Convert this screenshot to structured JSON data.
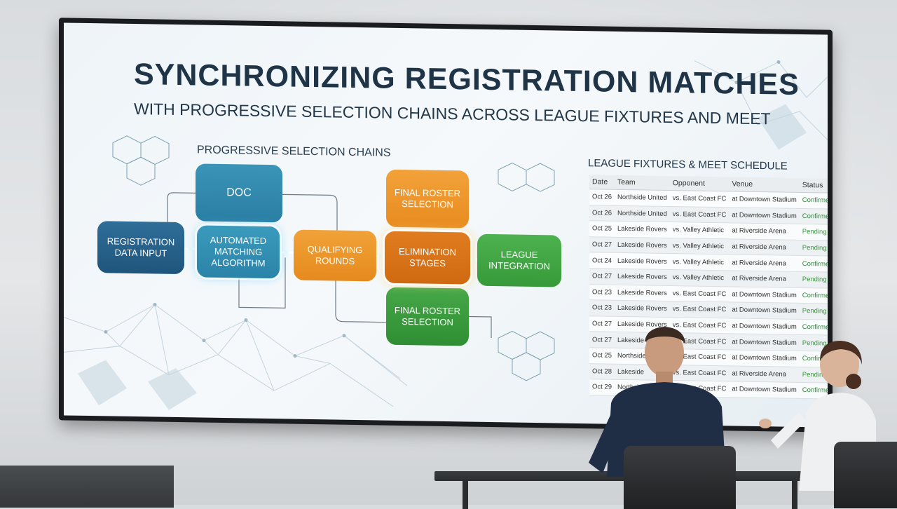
{
  "slide": {
    "title": "SYNCHRONIZING REGISTRATION MATCHES",
    "subtitle": "WITH PROGRESSIVE SELECTION CHAINS ACROSS LEAGUE FIXTURES AND MEET"
  },
  "flow": {
    "heading": "PROGRESSIVE SELECTION CHAINS",
    "nodes": {
      "registration": "REGISTRATION DATA INPUT",
      "doc": "DOC",
      "automated": "AUTOMATED MATCHING ALGORITHM",
      "qualifying": "QUALIFYING ROUNDS",
      "final_top": "FINAL ROSTER SELECTION",
      "elimination": "ELIMINATION STAGES",
      "league": "LEAGUE INTEGRATION",
      "final_bottom": "FINAL ROSTER SELECTION"
    }
  },
  "schedule": {
    "heading": "LEAGUE FIXTURES & MEET SCHEDULE",
    "columns": [
      "Date",
      "Team",
      "Opponent",
      "Venue",
      "Status"
    ],
    "rows": [
      {
        "date": "Oct 26",
        "team": "Northside United",
        "opponent": "vs. East Coast FC",
        "venue": "at Downtown Stadium",
        "status": "Confirmed"
      },
      {
        "date": "Oct 26",
        "team": "Northside United",
        "opponent": "vs. East Coast FC",
        "venue": "at Downtown Stadium",
        "status": "Confirmed"
      },
      {
        "date": "Oct 25",
        "team": "Lakeside Rovers",
        "opponent": "vs. Valley Athletic",
        "venue": "at Riverside Arena",
        "status": "Pending"
      },
      {
        "date": "Oct 27",
        "team": "Lakeside Rovers",
        "opponent": "vs. Valley Athletic",
        "venue": "at Riverside Arena",
        "status": "Pending"
      },
      {
        "date": "Oct 24",
        "team": "Lakeside Rovers",
        "opponent": "vs. Valley Athletic",
        "venue": "at Riverside Arena",
        "status": "Confirmed"
      },
      {
        "date": "Oct 27",
        "team": "Lakeside Rovers",
        "opponent": "vs. Valley Athletic",
        "venue": "at Riverside Arena",
        "status": "Pending"
      },
      {
        "date": "Oct 23",
        "team": "Lakeside Rovers",
        "opponent": "vs. East Coast FC",
        "venue": "at Downtown Stadium",
        "status": "Confirmed"
      },
      {
        "date": "Oct 23",
        "team": "Lakeside Rovers",
        "opponent": "vs. East Coast FC",
        "venue": "at Downtown Stadium",
        "status": "Pending"
      },
      {
        "date": "Oct 27",
        "team": "Lakeside Rovers",
        "opponent": "vs. East Coast FC",
        "venue": "at Downtown Stadium",
        "status": "Confirmed"
      },
      {
        "date": "Oct 27",
        "team": "Lakeside Rovers",
        "opponent": "vs. East Coast FC",
        "venue": "at Downtown Stadium",
        "status": "Pending"
      },
      {
        "date": "Oct 25",
        "team": "Northside",
        "opponent": "vs. East Coast FC",
        "venue": "at Downtown Stadium",
        "status": "Confirmed"
      },
      {
        "date": "Oct 28",
        "team": "Lakeside",
        "opponent": "vs. East Coast FC",
        "venue": "at Riverside Arena",
        "status": "Pending"
      },
      {
        "date": "Oct 29",
        "team": "Northside",
        "opponent": "vs. East Coast FC",
        "venue": "at Downtown Stadium",
        "status": "Confirmed"
      }
    ]
  },
  "colors": {
    "title": "#1f3446",
    "blue": "#2f6e98",
    "teal": "#3a95b8",
    "orange": "#f0a238",
    "dark_orange": "#e07c1f",
    "green": "#4cb24e",
    "status_green": "#2e8b3a"
  }
}
